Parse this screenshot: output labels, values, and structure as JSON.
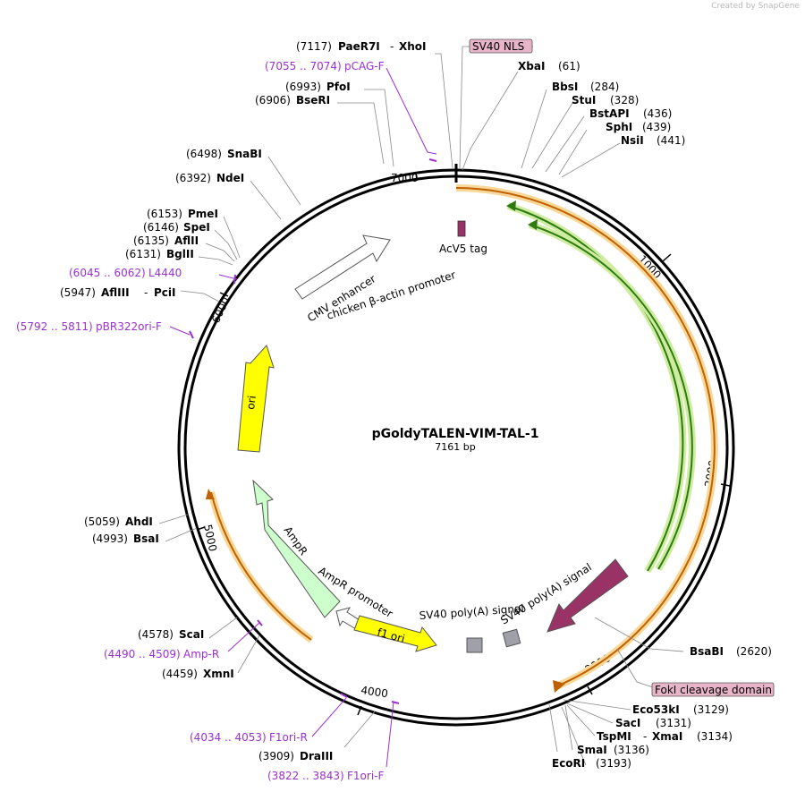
{
  "credit": "Created by SnapGene",
  "plasmid": {
    "name": "pGoldyTALEN-VIM-TAL-1",
    "size": "7161 bp"
  },
  "ticks": [
    "1000",
    "2000",
    "3000",
    "4000",
    "5000",
    "6000",
    "7000"
  ],
  "features": {
    "acv5": "AcV5 tag",
    "cmv": "CMV enhancer",
    "cba": "chicken β-actin promoter",
    "ori": "ori",
    "ampr": "AmpR",
    "ampr_promoter": "AmpR promoter",
    "f1ori": "f1 ori",
    "sv40pa1": "SV40 poly(A) signal",
    "sv40pa2": "SV40 poly(A) signal"
  },
  "boxed_labels": {
    "sv40nls": "SV40 NLS",
    "foki": "FokI cleavage domain"
  },
  "sites": [
    {
      "pos": "(7117)",
      "name": "PaeR7I",
      "name2": "XhoI"
    },
    {
      "pos": "(6993)",
      "name": "PfoI"
    },
    {
      "pos": "(6906)",
      "name": "BseRI"
    },
    {
      "pos": "(6498)",
      "name": "SnaBI"
    },
    {
      "pos": "(6392)",
      "name": "NdeI"
    },
    {
      "pos": "(6153)",
      "name": "PmeI"
    },
    {
      "pos": "(6146)",
      "name": "SpeI"
    },
    {
      "pos": "(6135)",
      "name": "AflII"
    },
    {
      "pos": "(6131)",
      "name": "BglII"
    },
    {
      "pos": "(5947)",
      "name": "AflIII",
      "name2": "PciI"
    },
    {
      "pos": "(5059)",
      "name": "AhdI"
    },
    {
      "pos": "(4993)",
      "name": "BsaI"
    },
    {
      "pos": "(4578)",
      "name": "ScaI"
    },
    {
      "pos": "(4459)",
      "name": "XmnI"
    },
    {
      "pos": "(3909)",
      "name": "DraIII"
    },
    {
      "pos": "(3193)",
      "name": "EcoRI"
    },
    {
      "pos": "(3136)",
      "name": "SmaI"
    },
    {
      "pos": "(3134)",
      "name": "TspMI",
      "name2": "XmaI"
    },
    {
      "pos": "(3131)",
      "name": "SacI"
    },
    {
      "pos": "(3129)",
      "name": "Eco53kI"
    },
    {
      "pos": "(2620)",
      "name": "BsaBI"
    },
    {
      "pos": "(441)",
      "name": "NsiI"
    },
    {
      "pos": "(439)",
      "name": "SphI"
    },
    {
      "pos": "(436)",
      "name": "BstAPI"
    },
    {
      "pos": "(328)",
      "name": "StuI"
    },
    {
      "pos": "(284)",
      "name": "BbsI"
    },
    {
      "pos": "(61)",
      "name": "XbaI"
    }
  ],
  "primers": [
    {
      "range": "(7055 .. 7074)",
      "name": "pCAG-F"
    },
    {
      "range": "(6045 .. 6062)",
      "name": "L4440"
    },
    {
      "range": "(5792 .. 5811)",
      "name": "pBR322ori-F"
    },
    {
      "range": "(4490 .. 4509)",
      "name": "Amp-R"
    },
    {
      "range": "(4034 .. 4053)",
      "name": "F1ori-R"
    },
    {
      "range": "(3822 .. 3843)",
      "name": "F1ori-F"
    }
  ],
  "colors": {
    "backbone": "#000000",
    "cds_orange": "#e8a544",
    "tale_green": "#7fc241",
    "promoter_white": "#ffffff",
    "ori_yellow": "#ffff00",
    "ampr_green": "#ccffcc",
    "polya_grey": "#a0a0a8",
    "sv40_purple": "#993366",
    "primer": "#9b30d0",
    "boxed_fill": "#e8b4c8"
  }
}
